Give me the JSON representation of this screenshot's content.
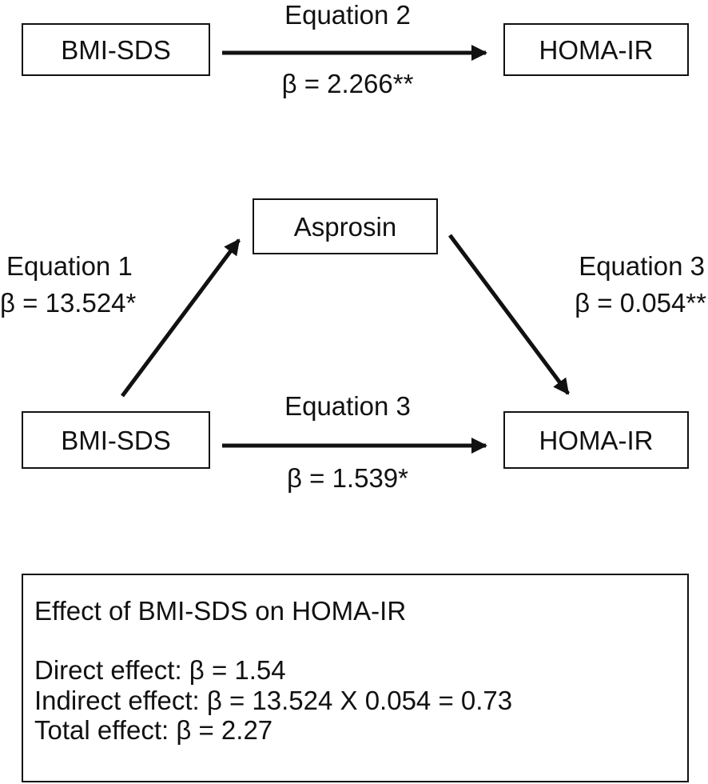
{
  "top_path": {
    "source": "BMI-SDS",
    "target": "HOMA-IR",
    "equation": "Equation 2",
    "beta": "β = 2.266**"
  },
  "mediator": {
    "label": "Asprosin"
  },
  "path_a": {
    "equation": "Equation 1",
    "beta": "β = 13.524*"
  },
  "path_b": {
    "equation": "Equation 3",
    "beta": "β = 0.054**"
  },
  "direct_path": {
    "source": "BMI-SDS",
    "target": "HOMA-IR",
    "equation": "Equation 3",
    "beta": "β = 1.539*"
  },
  "summary": {
    "title": "Effect of BMI-SDS on HOMA-IR",
    "direct": "Direct effect: β = 1.54",
    "indirect": "Indirect effect: β = 13.524 X 0.054 = 0.73",
    "total": "Total effect: β = 2.27"
  }
}
